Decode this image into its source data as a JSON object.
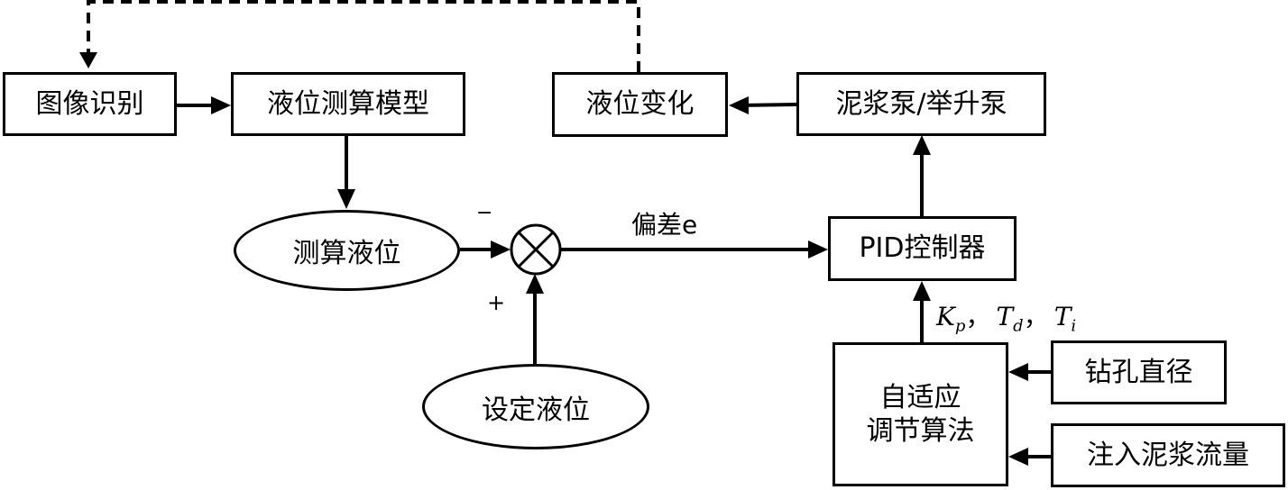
{
  "nodes": {
    "image_recognition": "图像识别",
    "level_model": "液位测算模型",
    "level_change": "液位变化",
    "pump": "泥浆泵/举升泵",
    "measured_level": "测算液位",
    "set_level": "设定液位",
    "pid": "PID控制器",
    "adaptive_line1": "自适应",
    "adaptive_line2": "调节算法",
    "drill_diameter": "钻孔直径",
    "mud_flow": "注入泥浆流量"
  },
  "labels": {
    "error": "偏差e",
    "minus": "−",
    "plus": "+",
    "kp": "K",
    "kp_sub": "p",
    "td": "T",
    "td_sub": "d",
    "ti": "T",
    "ti_sub": "i",
    "sep": "，"
  }
}
